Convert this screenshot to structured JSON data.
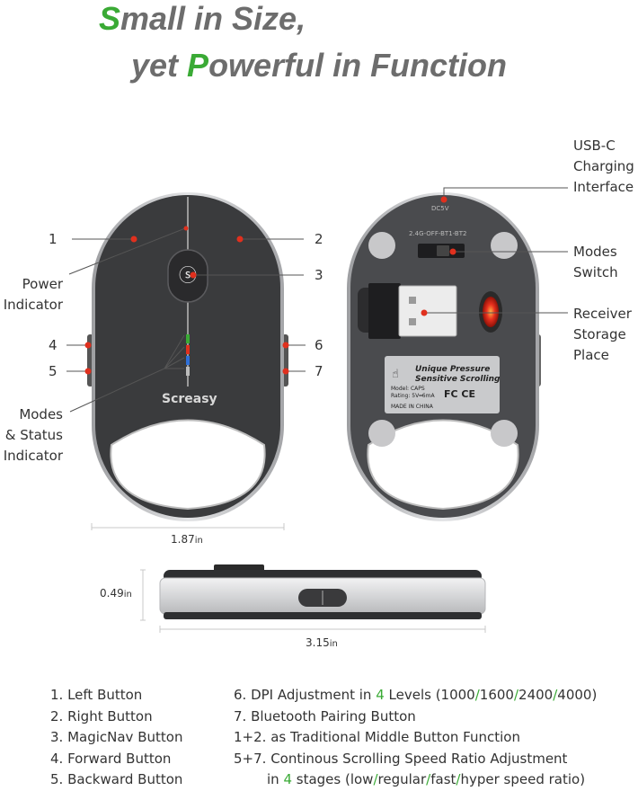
{
  "headline": {
    "line1_accent": "S",
    "line1_rest": "mall in Size,",
    "line2_pre": "yet ",
    "line2_accent": "P",
    "line2_rest": "owerful in Function"
  },
  "brand": "Screasy",
  "label_texture": {
    "title1": "Unique Pressure",
    "title2": "Sensitive Scrolling",
    "model": "Model: CAPS",
    "rating": "Rating: 5V═6mA",
    "certs": "FC CE",
    "origin": "MADE IN CHINA",
    "switch_text": "2.4G-OFF-BT1-BT2",
    "port_text": "DC5V"
  },
  "callouts": {
    "n1": "1",
    "n2": "2",
    "n3": "3",
    "n4": "4",
    "n5": "5",
    "n6": "6",
    "n7": "7",
    "power_1": "Power",
    "power_2": "Indicator",
    "modes_1": "Modes",
    "modes_2": "& Status",
    "modes_3": "Indicator",
    "usb_1": "USB-C",
    "usb_2": "Charging",
    "usb_3": "Interface",
    "switch_1": "Modes",
    "switch_2": "Switch",
    "receiver_1": "Receiver",
    "receiver_2": "Storage",
    "receiver_3": "Place"
  },
  "dimensions": {
    "width_value": "1.87",
    "width_unit": "in",
    "height_value": "0.49",
    "height_unit": "in",
    "length_value": "3.15",
    "length_unit": "in"
  },
  "legend": {
    "left": [
      "1. Left Button",
      "2. Right Button",
      "3. MagicNav Button",
      "4. Forward Button",
      "5. Backward Button"
    ],
    "r1_pre": "6. DPI Adjustment in ",
    "r1_n": "4",
    "r1_mid": " Levels (1000",
    "r1_s1": "/",
    "r1_v2": "1600",
    "r1_s2": "/",
    "r1_v3": "2400",
    "r1_s3": "/",
    "r1_v4": "4000)",
    "r2": "7. Bluetooth Pairing Button",
    "r3": "1+2. as Traditional Middle Button Function",
    "r4": "5+7. Continous Scrolling Speed Ratio Adjustment",
    "r5_pre": "in ",
    "r5_n": "4",
    "r5_mid": " stages (low",
    "r5_s1": "/",
    "r5_b": "regular",
    "r5_s2": "/",
    "r5_c": "fast",
    "r5_s3": "/",
    "r5_d": "hyper speed ratio)"
  },
  "colors": {
    "accent": "#3aaa35",
    "callout_dot": "#e0301e",
    "shell": "#3a3b3d",
    "silver": "#c9cacc"
  }
}
